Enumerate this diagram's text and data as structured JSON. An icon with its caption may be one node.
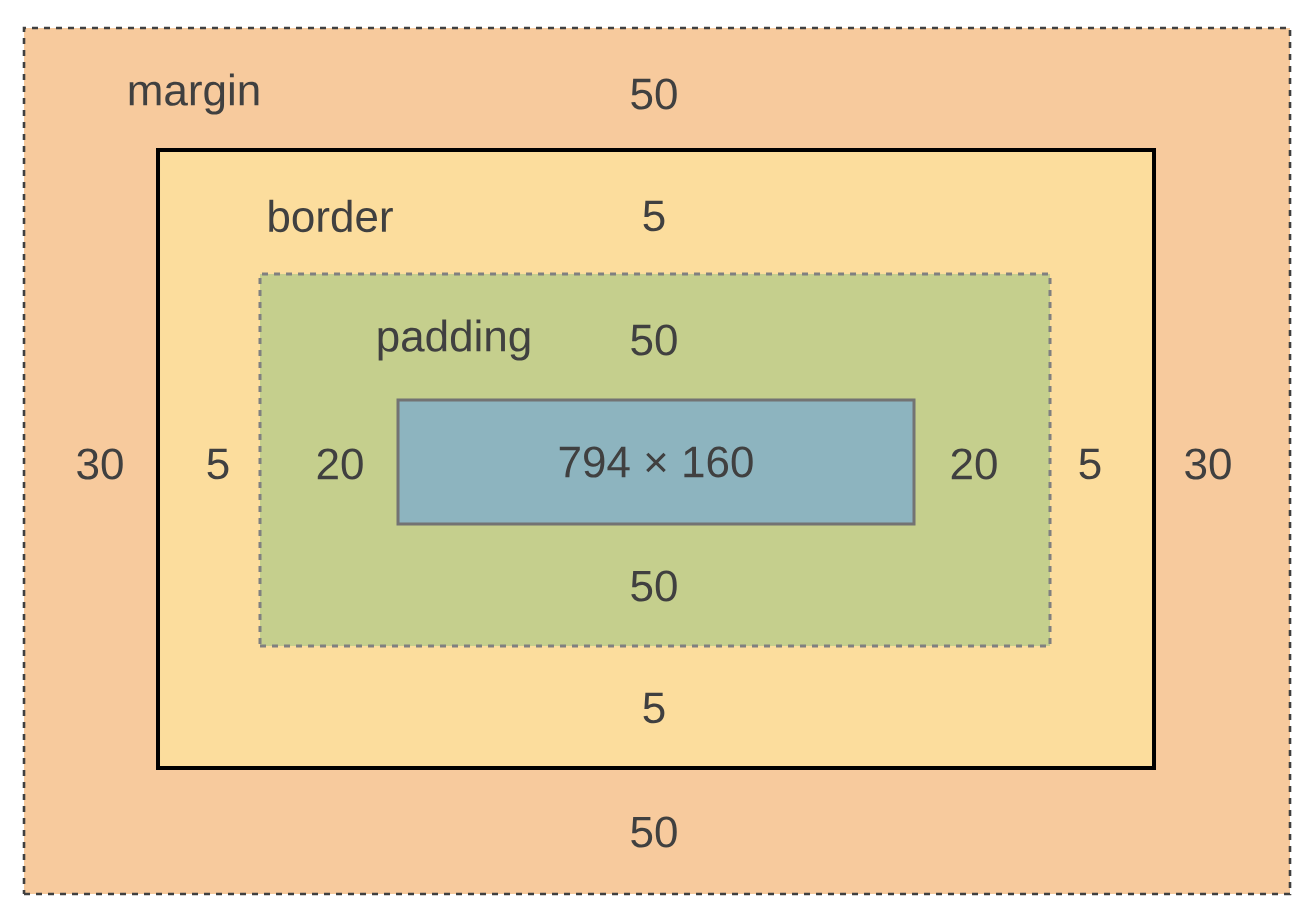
{
  "diagram": {
    "nodes": [
      {
        "text": [
          "margin"
        ]
      },
      {
        "text": [
          "border"
        ],
        "in": 0
      },
      {
        "text": [
          "padding"
        ],
        "in": 1
      },
      {
        "text": [
          "794 × 160"
        ],
        "in": 2
      }
    ],
    "labels": [
      "50",
      "5",
      "50",
      "30",
      "5",
      "20",
      "20",
      "5",
      "30",
      "50",
      "5",
      "50"
    ]
  }
}
